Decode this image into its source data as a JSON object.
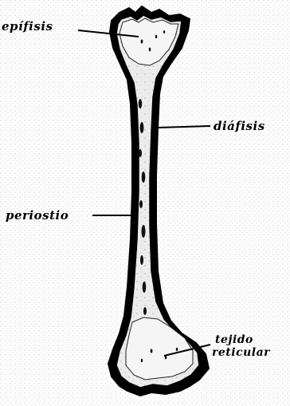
{
  "labels": {
    "epifisis": "epífisis",
    "diafisis": "diáfisis",
    "periostio": "periostio",
    "tejido_line1": "tejido",
    "tejido_line2": "reticular"
  },
  "colors": {
    "ink": "#000000",
    "paper": "#ffffff",
    "bone_fill": "#e8e8e8"
  }
}
